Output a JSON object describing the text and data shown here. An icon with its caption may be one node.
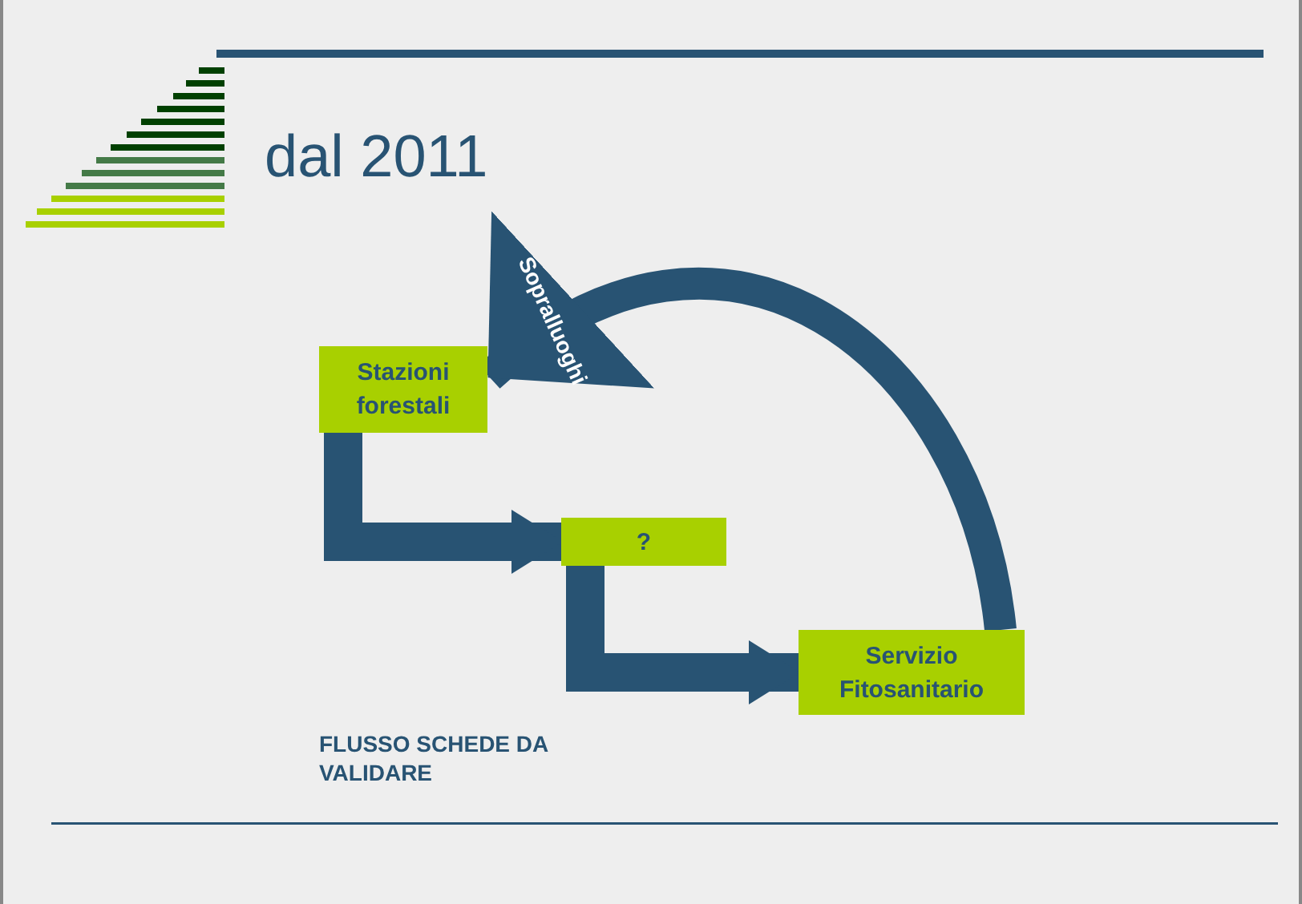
{
  "diagram": {
    "title": "dal 2011",
    "nodes": [
      {
        "text": [
          "Stazioni forestali"
        ]
      },
      {
        "text": [
          "?"
        ]
      },
      {
        "text": [
          "Servizio Fitosanitario"
        ]
      }
    ],
    "edges": [
      {
        "from": 0,
        "to": 1,
        "arrow": "to"
      },
      {
        "from": 1,
        "to": 2,
        "arrow": "to"
      },
      {
        "from": 2,
        "to": 0,
        "arrow": "to",
        "label": "Sopralluoghi"
      }
    ],
    "labels": [
      "FLUSSO SCHEDE DA VALIDARE"
    ]
  }
}
